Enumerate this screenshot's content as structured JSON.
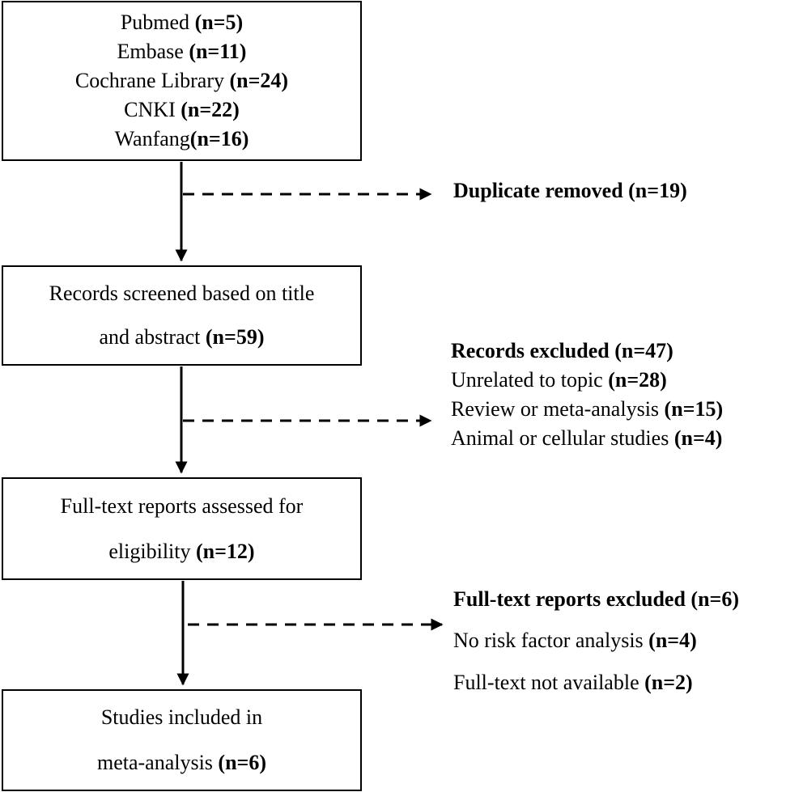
{
  "boxes": {
    "sources": {
      "lines": [
        {
          "text": "Pubmed ",
          "count": "(n=5)"
        },
        {
          "text": "Embase ",
          "count": "(n=11)"
        },
        {
          "text": "Cochrane Library ",
          "count": "(n=24)"
        },
        {
          "text": "CNKI ",
          "count": "(n=22)"
        },
        {
          "text": "Wanfang",
          "count": "(n=16)"
        }
      ]
    },
    "screened": {
      "line1": "Records screened based on title",
      "line2_text": "and abstract  ",
      "line2_count": "(n=59)"
    },
    "fulltext": {
      "line1": "Full-text reports assessed for",
      "line2_text": "eligibility ",
      "line2_count": "(n=12)"
    },
    "included": {
      "line1": "Studies included in",
      "line2_text": "meta-analysis ",
      "line2_count": "(n=6)"
    }
  },
  "exclusions": {
    "duplicate": {
      "label": "Duplicate removed (n=19)"
    },
    "records_excluded": {
      "title": "Records excluded (n=47)",
      "items": [
        {
          "text": "Unrelated to topic ",
          "count": "(n=28)"
        },
        {
          "text": "Review or meta-analysis  ",
          "count": "(n=15)"
        },
        {
          "text": "Animal or cellular studies ",
          "count": "(n=4)"
        }
      ]
    },
    "fulltext_excluded": {
      "title": "Full-text reports excluded  (n=6)",
      "items": [
        {
          "text": "No risk factor analysis ",
          "count": "(n=4)"
        },
        {
          "text": "Full-text not available ",
          "count": "(n=2)"
        }
      ]
    }
  }
}
